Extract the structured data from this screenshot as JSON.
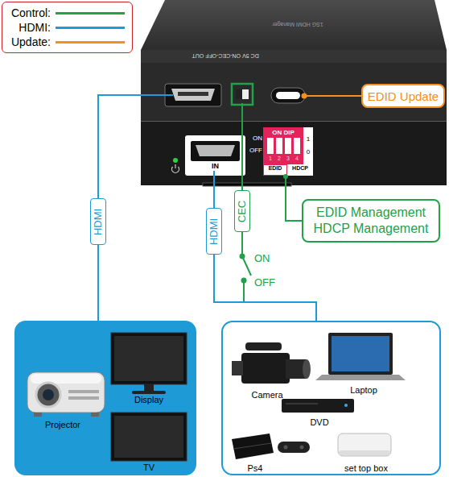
{
  "diagram": {
    "nodes": [
      {
        "text": [
          "1SG HDMI Manager",
          "DC 5V ON-CEC-OFF OUT"
        ]
      },
      {
        "text": [
          "IN"
        ]
      },
      {
        "text": [
          "ON DIP",
          "EDID",
          "HDCP"
        ],
        "in": 1
      },
      {
        "text": [
          "EDID Update"
        ]
      },
      {
        "text": [
          "EDID Management HDCP Management"
        ]
      },
      {
        "text": [
          "Projector",
          "Display",
          "TV"
        ]
      },
      {
        "text": [
          "Camera",
          "Laptop",
          "DVD",
          "Ps4",
          "set top box"
        ]
      }
    ],
    "edges": [
      {
        "from": 0,
        "to": 5,
        "label": "HDMI",
        "arrow": "none"
      },
      {
        "from": 6,
        "to": 1,
        "label": "HDMI",
        "arrow": "none"
      },
      {
        "from": 0,
        "to": 6,
        "label": "CEC",
        "arrow": "none"
      },
      {
        "from": 3,
        "to": 0,
        "arrow": "none"
      },
      {
        "from": 4,
        "to": 2,
        "arrow": "none"
      }
    ],
    "labels": [
      "ON",
      "OFF",
      "1",
      "2",
      "3",
      "4",
      "1",
      "0",
      "ON",
      "OFF"
    ],
    "legend": [
      {
        "text": "Control:",
        "color": "#22a04b"
      },
      {
        "text": "HDMI:",
        "color": "#1e9ad6"
      },
      {
        "text": "Update:",
        "color": "#f39020"
      }
    ]
  }
}
